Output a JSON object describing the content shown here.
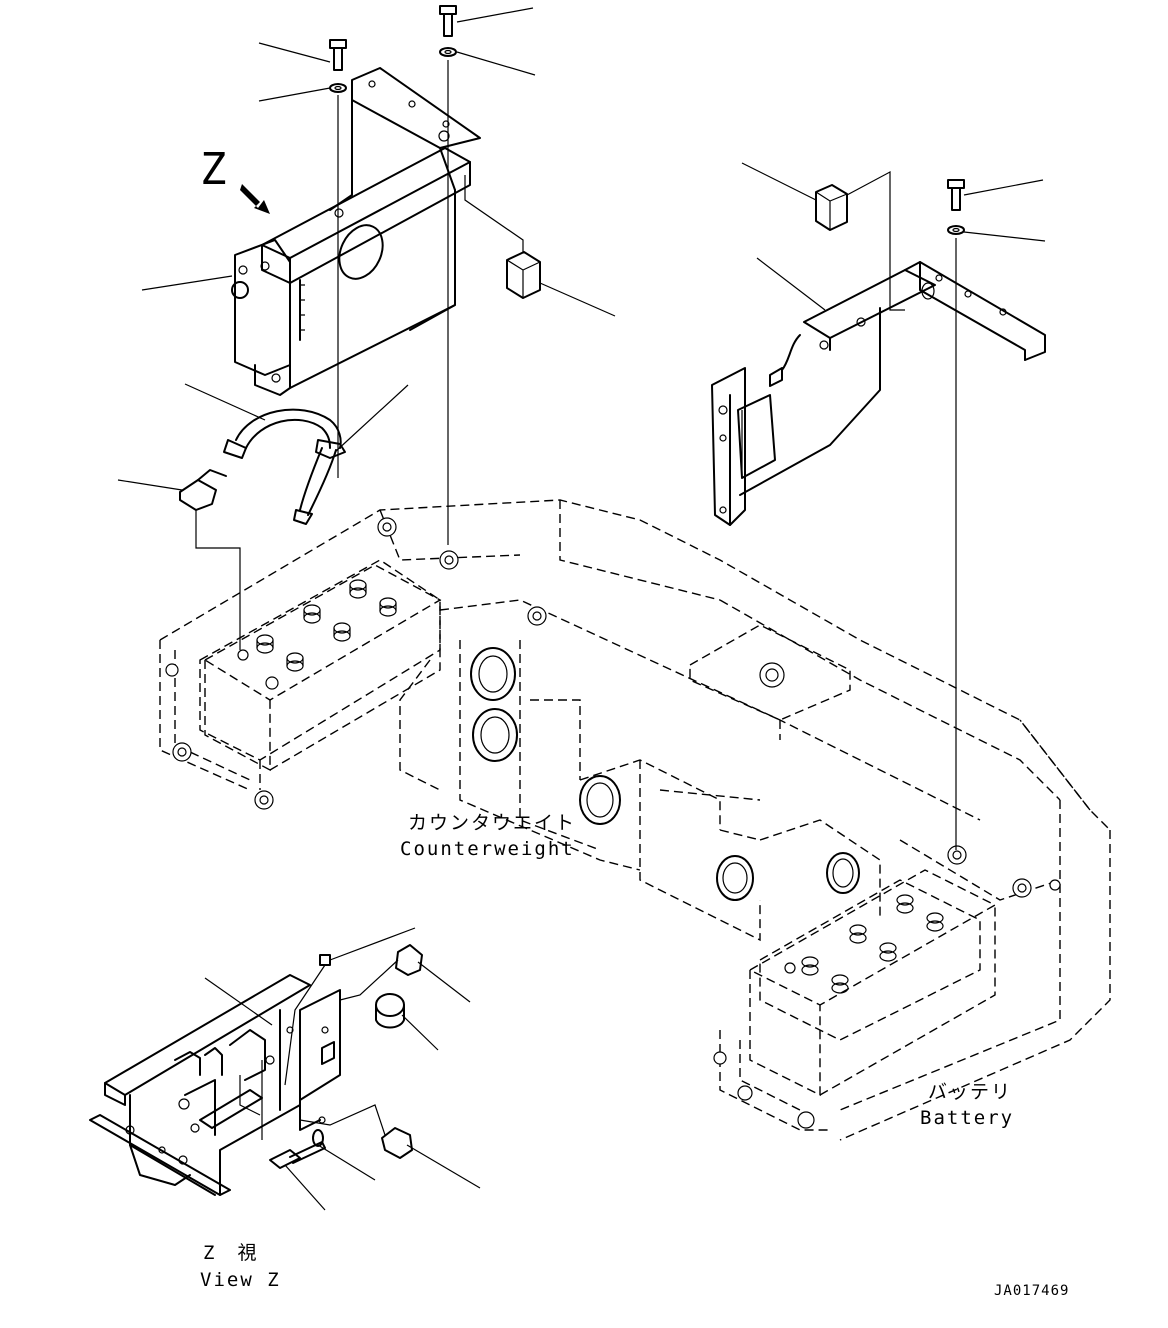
{
  "view_marker": "Z",
  "labels": {
    "counterweight_jp": "カウンタウエイト",
    "counterweight_en": "Counterweight",
    "battery_jp": "バッテリ",
    "battery_en": "Battery",
    "view_z_jp": "Z　視",
    "view_z_en": "View Z"
  },
  "drawing_code": "JA017469",
  "colors": {
    "line": "#000000",
    "background": "#ffffff"
  }
}
